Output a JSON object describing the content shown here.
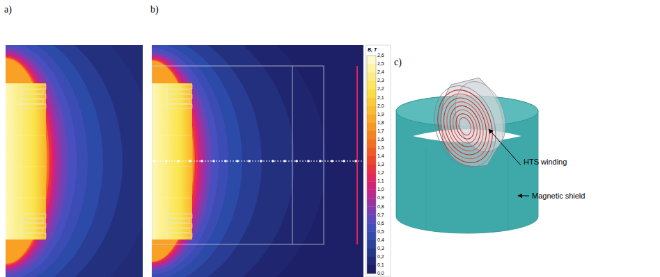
{
  "diagram": {
    "labels": [
      "a)",
      "b)",
      "c)",
      "B, T",
      "2,6",
      "2,5",
      "2,4",
      "2,3",
      "2,2",
      "2,1",
      "2,0",
      "1,9",
      "1,8",
      "1,7",
      "1,6",
      "1,5",
      "1,4",
      "1,3",
      "1,2",
      "1,1",
      "1,0",
      "0,9",
      "0,8",
      "0,7",
      "0,6",
      "0,5",
      "0,4",
      "0,3",
      "0,2",
      "0,1",
      "0,0",
      "HTS winding",
      "Magnetic shield"
    ]
  }
}
